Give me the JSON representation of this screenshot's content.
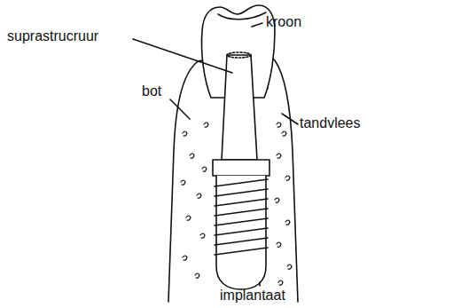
{
  "diagram": {
    "labels": [
      "suprastrucruur",
      "kroon",
      "bot",
      "tandvlees",
      "implantaat"
    ]
  }
}
